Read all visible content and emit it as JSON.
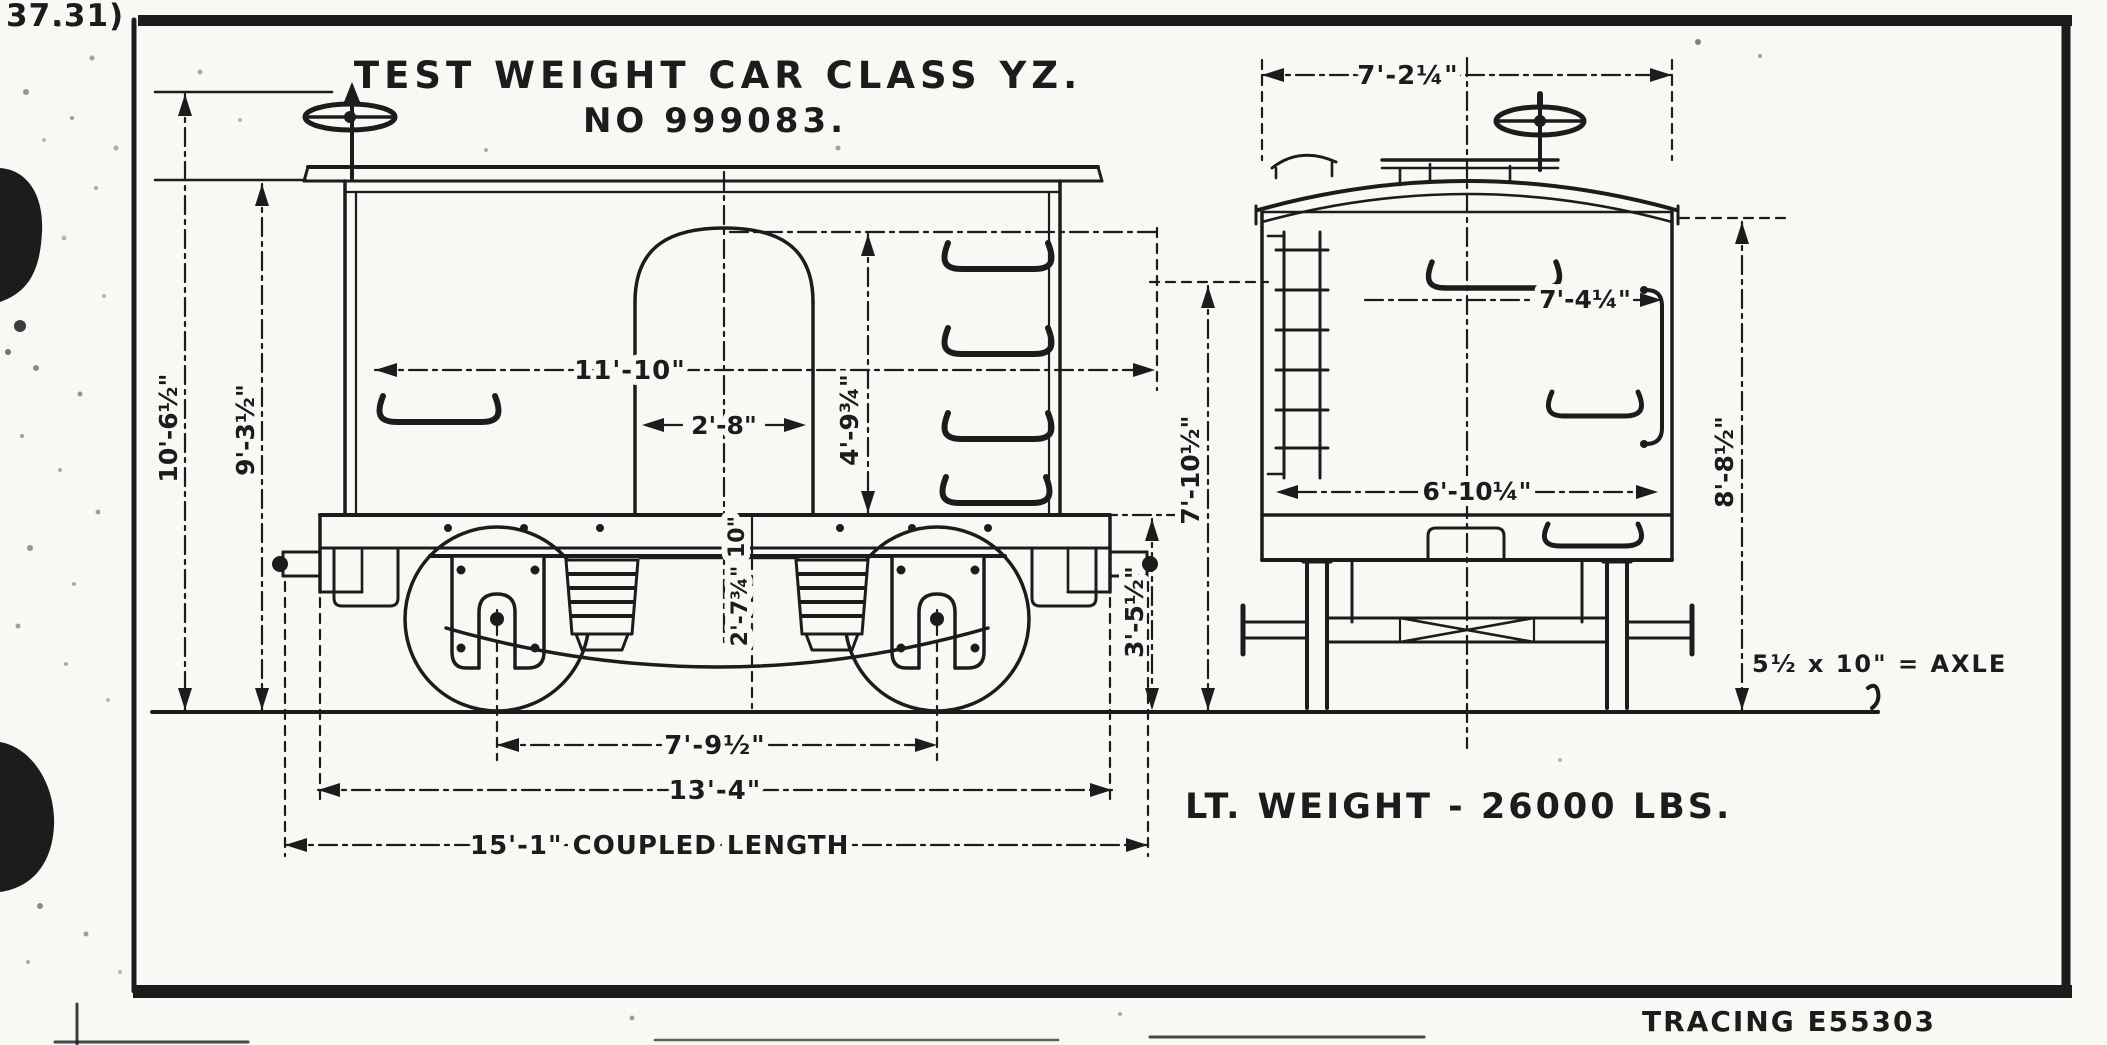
{
  "corner_note": "37.31)",
  "title": {
    "line1": "TEST WEIGHT CAR CLASS YZ.",
    "line2": "NO 999083."
  },
  "side_view": {
    "dims": {
      "overall_height": "10'-6½\"",
      "roof_height": "9'-3½\"",
      "inside_length": "11'-10\"",
      "door_width": "2'-8\"",
      "door_height": "4'-9¾\"",
      "sill_depth": "10\"",
      "underframe_height": "2'-7¾\"",
      "floor_to_rail": "3'-5½\"",
      "wheelbase": "7'-9½\"",
      "over_sills": "13'-4\"",
      "coupled_length": "15'-1\" COUPLED LENGTH"
    }
  },
  "end_view": {
    "dims": {
      "roof_width": "7'-2¼\"",
      "over_eaves": "7'-4¼\"",
      "body_width": "6'-10¼\"",
      "wall_height": "7'-10½\"",
      "overall_height": "8'-8½\""
    },
    "axle_note": "5½ x 10\" = AXLE"
  },
  "notes": {
    "light_weight": "LT. WEIGHT - 26000 LBS."
  },
  "tracing": "TRACING E55303",
  "colors": {
    "ink": "#1c1c1c",
    "paper": "#f8f8f5"
  }
}
